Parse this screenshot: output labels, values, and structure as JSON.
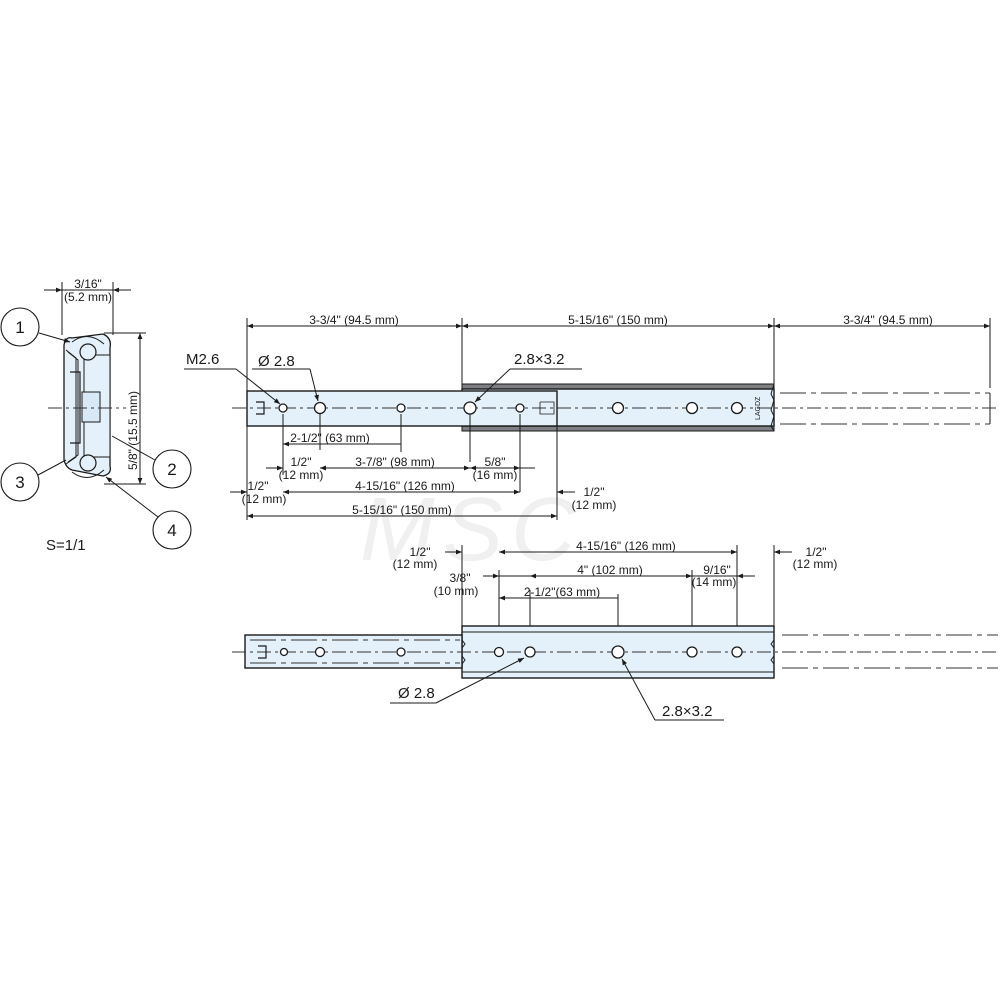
{
  "colors": {
    "rail_fill": "#e4f1fa",
    "line": "#1a1a1a",
    "rail_edge_dark": "#7d7f82",
    "background": "#ffffff"
  },
  "cross_section": {
    "width_dim": {
      "inch": "3/16\"",
      "mm": "(5.2 mm)"
    },
    "height_dim": "5/8\" (15.5 mm)",
    "callouts": [
      "1",
      "2",
      "3",
      "4"
    ],
    "scale": "S=1/1"
  },
  "top_view": {
    "overall_dims": [
      "3-3/4\" (94.5 mm)",
      "5-15/16\" (150 mm)",
      "3-3/4\" (94.5 mm)"
    ],
    "hole_labels": {
      "thread": "M2.6",
      "round": "Ø 2.8",
      "slot": "2.8×3.2"
    },
    "rail_marking": "LAGDZ",
    "dims_below": {
      "d1": "2-1/2\" (63 mm)",
      "d2_inch": "1/2\"",
      "d2_mm": "(12 mm)",
      "d3": "3-7/8\" (98 mm)",
      "d4_inch": "5/8\"",
      "d4_mm": "(16 mm)",
      "d5_inch": "1/2\"",
      "d5_mm": "(12 mm)",
      "d6": "4-15/16\" (126 mm)",
      "d7_inch": "1/2\"",
      "d7_mm": "(12 mm)",
      "d8": "5-15/16\" (150 mm)"
    }
  },
  "bottom_view": {
    "dims_above": {
      "left_inch": "1/2\"",
      "left_mm": "(12 mm)",
      "overall": "4-15/16\" (126 mm)",
      "right_inch": "1/2\"",
      "right_mm": "(12 mm)",
      "offset_inch": "3/8\"",
      "offset_mm": "(10 mm)",
      "pitch": "4\" (102 mm)",
      "end_inch": "9/16\"",
      "end_mm": "(14 mm)",
      "inner": "2-1/2\"(63 mm)"
    },
    "hole_labels": {
      "round": "Ø 2.8",
      "slot": "2.8×3.2"
    }
  },
  "watermark": "MSC"
}
